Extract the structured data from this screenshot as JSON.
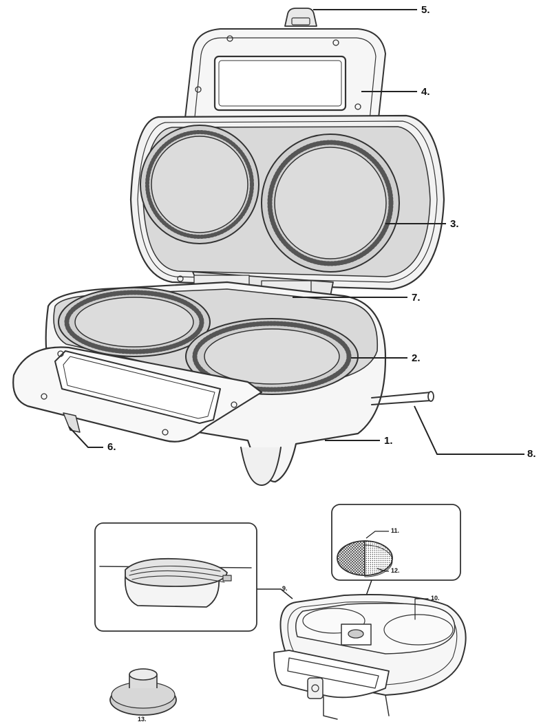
{
  "callouts": {
    "c1": "1.",
    "c2": "2.",
    "c3": "3.",
    "c4": "4.",
    "c5": "5.",
    "c6": "6.",
    "c7": "7.",
    "c8": "8.",
    "c9": "9.",
    "c10": "10.",
    "c11": "11.",
    "c12": "12.",
    "c13": "13."
  },
  "colors": {
    "stroke": "#333333",
    "plate": "#d9d9d9",
    "plate_dark": "#cfcfcf",
    "body": "#f4f4f4",
    "inset_bg": "#ffffff",
    "leader": "#222222"
  }
}
